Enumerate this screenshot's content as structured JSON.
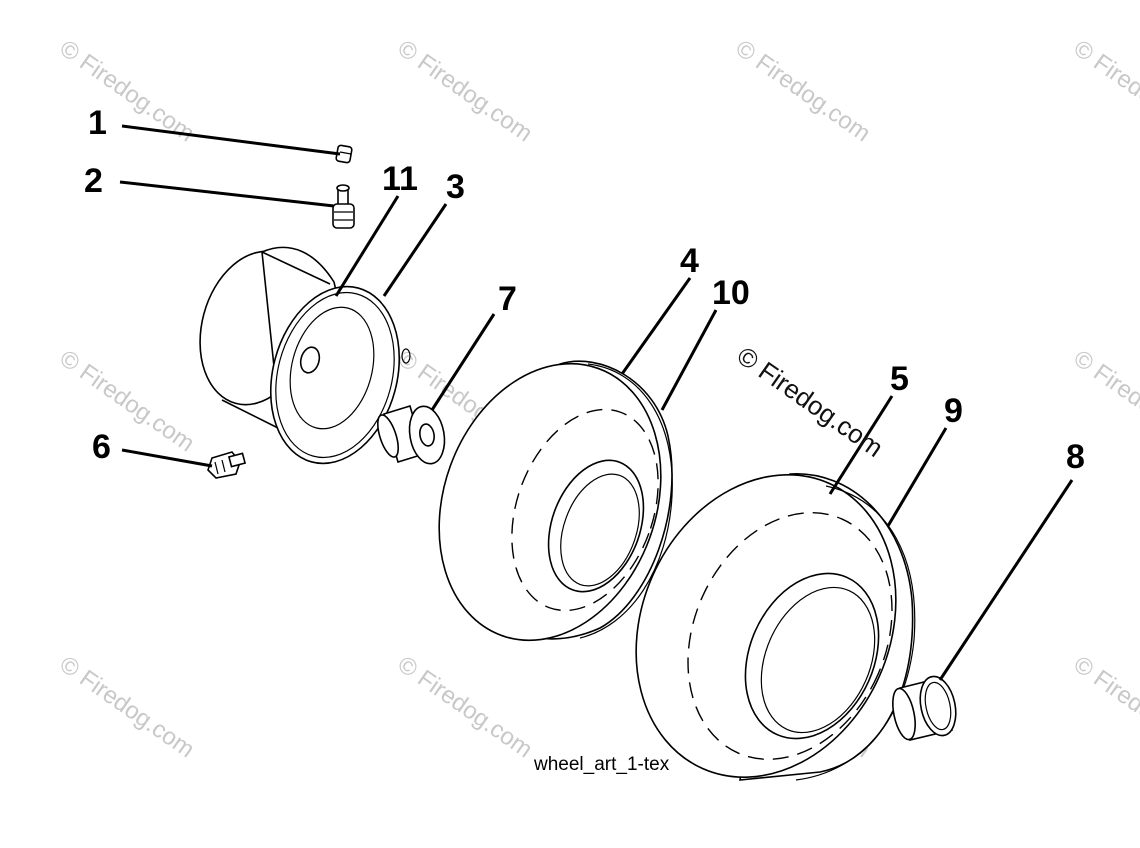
{
  "diagram": {
    "caption": "wheel_art_1-tex",
    "watermark": "© Firedog.com",
    "callouts": {
      "p1": "1",
      "p2": "2",
      "p3": "3",
      "p4": "4",
      "p5": "5",
      "p6": "6",
      "p7": "7",
      "p8": "8",
      "p9": "9",
      "p10": "10",
      "p11": "11"
    }
  }
}
